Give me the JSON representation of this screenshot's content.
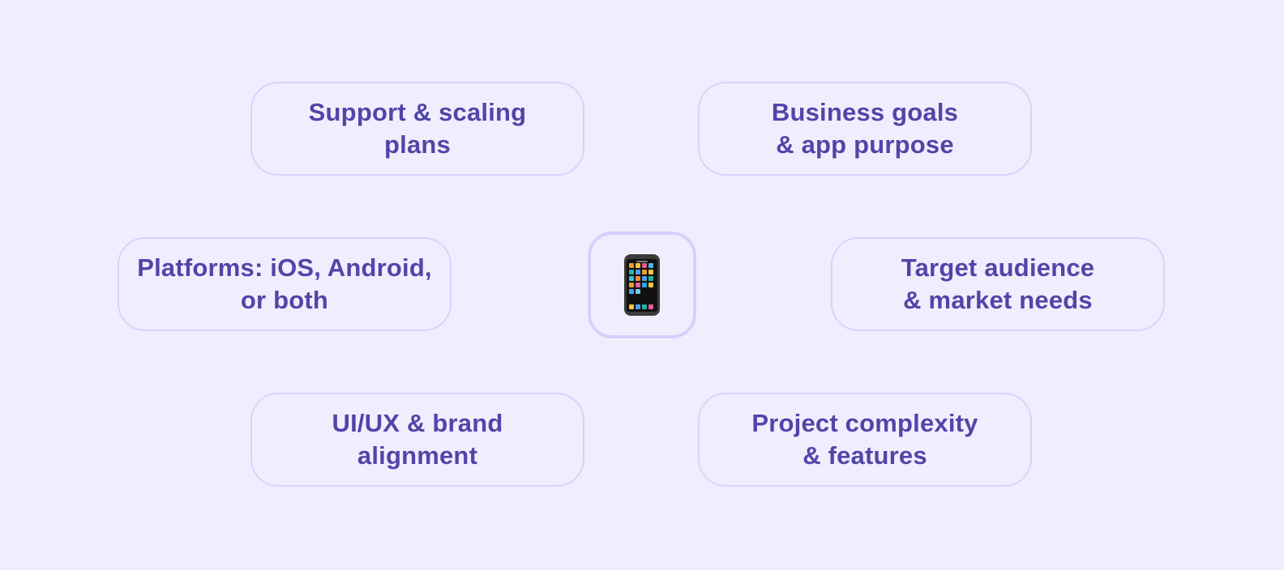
{
  "cards": {
    "support": "Support & scaling\nplans",
    "business": "Business goals\n& app purpose",
    "platforms": "Platforms: iOS, Android,\nor both",
    "target": "Target audience\n& market needs",
    "uiux": "UI/UX & brand\nalignment",
    "project": "Project complexity\n& features"
  },
  "center": {
    "icon": "mobile-phone-icon"
  },
  "colors": {
    "background": "#f0eefe",
    "card_border": "#d9d2fb",
    "text": "#5145a8",
    "center_border": "#d7cffb"
  }
}
